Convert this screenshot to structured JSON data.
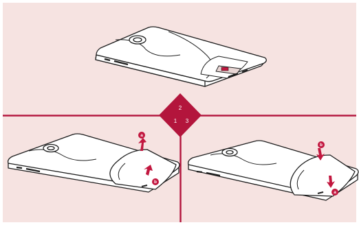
{
  "colors": {
    "background": "#f6e3e1",
    "divider": "#b3153c",
    "accent": "#b3153c",
    "outline": "#1e1e1e",
    "device_fill": "#ffffff"
  },
  "step_badge": {
    "top": "2",
    "left": "1",
    "right": "3"
  },
  "markers": {
    "a": "a",
    "b": "b"
  }
}
